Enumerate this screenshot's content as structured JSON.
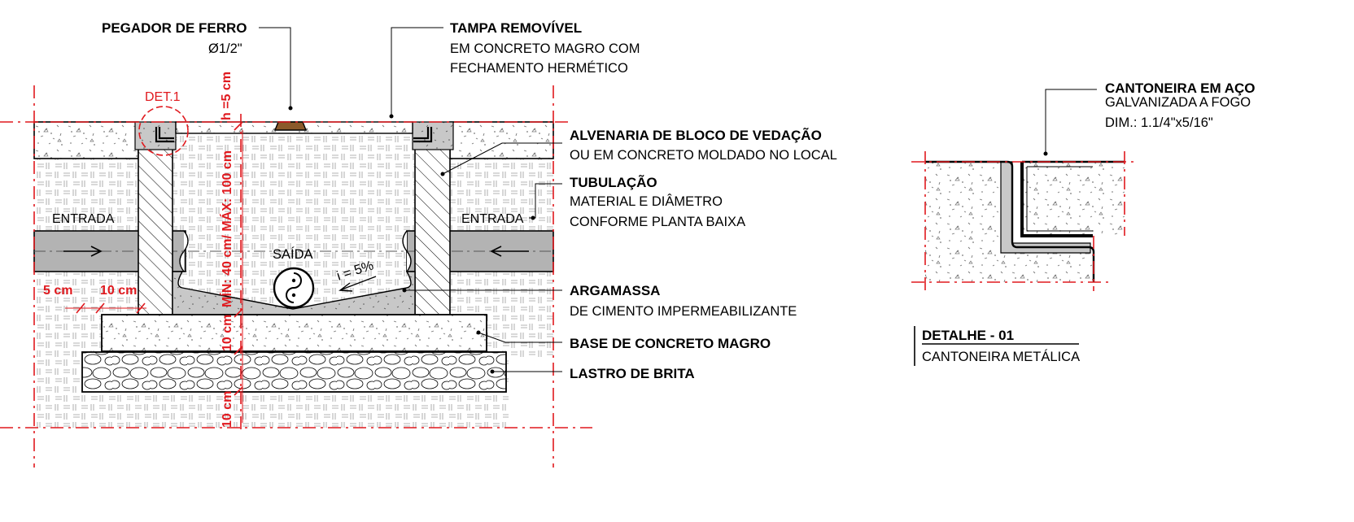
{
  "section": {
    "pegador_title": "PEGADOR DE FERRO",
    "pegador_dim": "Ø1/2\"",
    "tampa_title": "TAMPA REMOVÍVEL",
    "tampa_line1": "EM CONCRETO MAGRO COM",
    "tampa_line2": "FECHAMENTO HERMÉTICO",
    "det_ref": "DET.1",
    "h_dim": "h =5 cm",
    "depth_dim": "MÍN: 40 cm/ MÁX: 100 cm",
    "base_dim": "10 cm",
    "brita_dim": "10 cm",
    "dim_5cm": "5 cm",
    "dim_10cm": "10 cm",
    "entrada_left": "ENTRADA",
    "entrada_right": "ENTRADA",
    "saida": "SAÍDA",
    "slope": "i = 5%",
    "alvenaria_title": "ALVENARIA DE BLOCO DE VEDAÇÃO",
    "alvenaria_sub": "OU EM CONCRETO MOLDADO NO LOCAL",
    "tubulacao_title": "TUBULAÇÃO",
    "tubulacao_line1": "MATERIAL E DIÂMETRO",
    "tubulacao_line2": "CONFORME PLANTA BAIXA",
    "argamassa_title": "ARGAMASSA",
    "argamassa_sub": "DE CIMENTO IMPERMEABILIZANTE",
    "base_title": "BASE DE CONCRETO MAGRO",
    "lastro_title": "LASTRO DE BRITA"
  },
  "detail": {
    "cantoneira_title": "CANTONEIRA EM AÇO",
    "cantoneira_line1": "GALVANIZADA A FOGO",
    "cantoneira_dim": "DIM.: 1.1/4\"x5/16\"",
    "detail_title": "DETALHE - 01",
    "detail_sub": "CANTONEIRA METÁLICA"
  },
  "colors": {
    "annotation_red": "#e0191e",
    "pipe_gray": "#b3b3b3",
    "concrete_fill": "#ffffff",
    "mortar_gray": "#c8c8c8"
  }
}
